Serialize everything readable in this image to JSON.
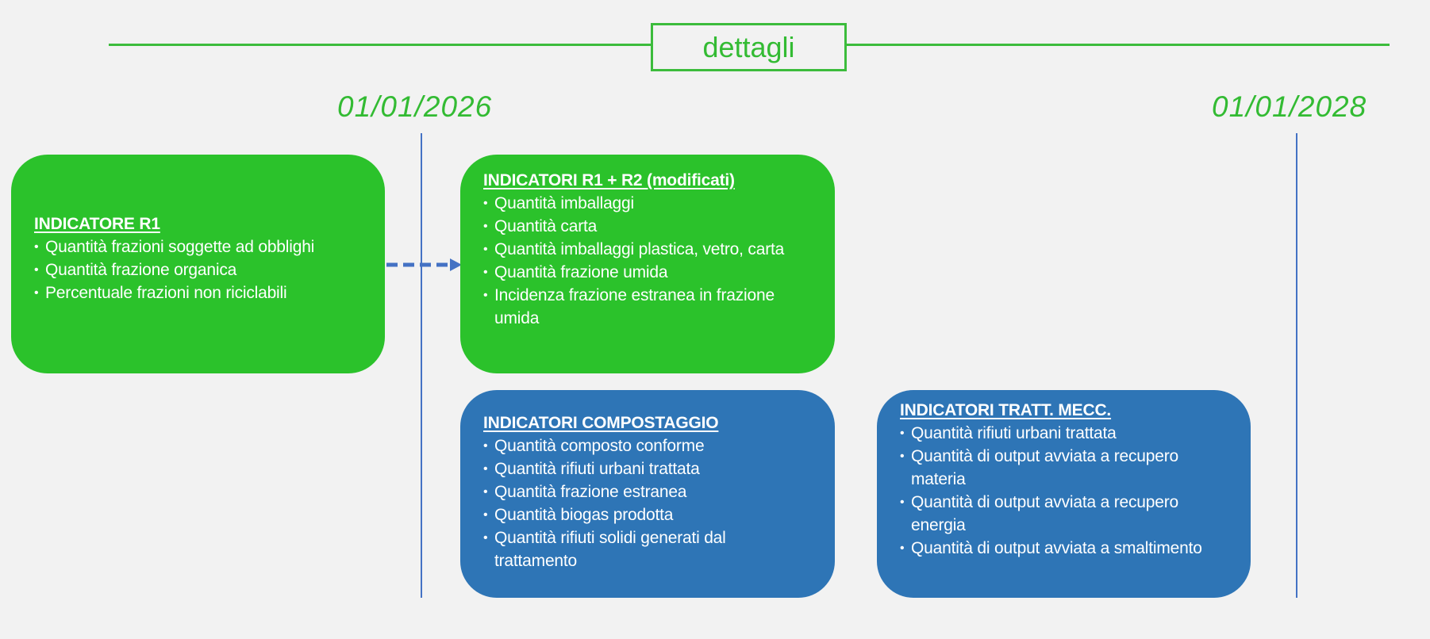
{
  "header": {
    "label": "dettagli"
  },
  "dates": [
    "01/01/2026",
    "01/01/2028"
  ],
  "boxes": [
    {
      "title": "INDICATORE R1",
      "items": [
        "Quantità frazioni soggette ad obblighi",
        "Quantità frazione organica",
        "Percentuale frazioni non riciclabili"
      ]
    },
    {
      "title": "INDICATORI R1 + R2 (modificati)",
      "items": [
        "Quantità imballaggi",
        "Quantità carta",
        "Quantità imballaggi plastica, vetro, carta",
        "Quantità frazione umida",
        "Incidenza frazione estranea in frazione umida"
      ]
    },
    {
      "title": "INDICATORI COMPOSTAGGIO",
      "items": [
        "Quantità composto conforme",
        "Quantità rifiuti urbani trattata",
        "Quantità frazione estranea",
        "Quantità biogas prodotta",
        "Quantità rifiuti solidi generati dal trattamento"
      ]
    },
    {
      "title": "INDICATORI TRATT. MECC.",
      "items": [
        "Quantità rifiuti urbani trattata",
        "Quantità di output avviata a recupero materia",
        "Quantità di output avviata a recupero energia",
        "Quantità di output avviata a smaltimento"
      ]
    }
  ],
  "colors": {
    "green": "#2bc22b",
    "blue": "#2e75b6",
    "accent": "#33bb33",
    "line": "#4472c4"
  }
}
